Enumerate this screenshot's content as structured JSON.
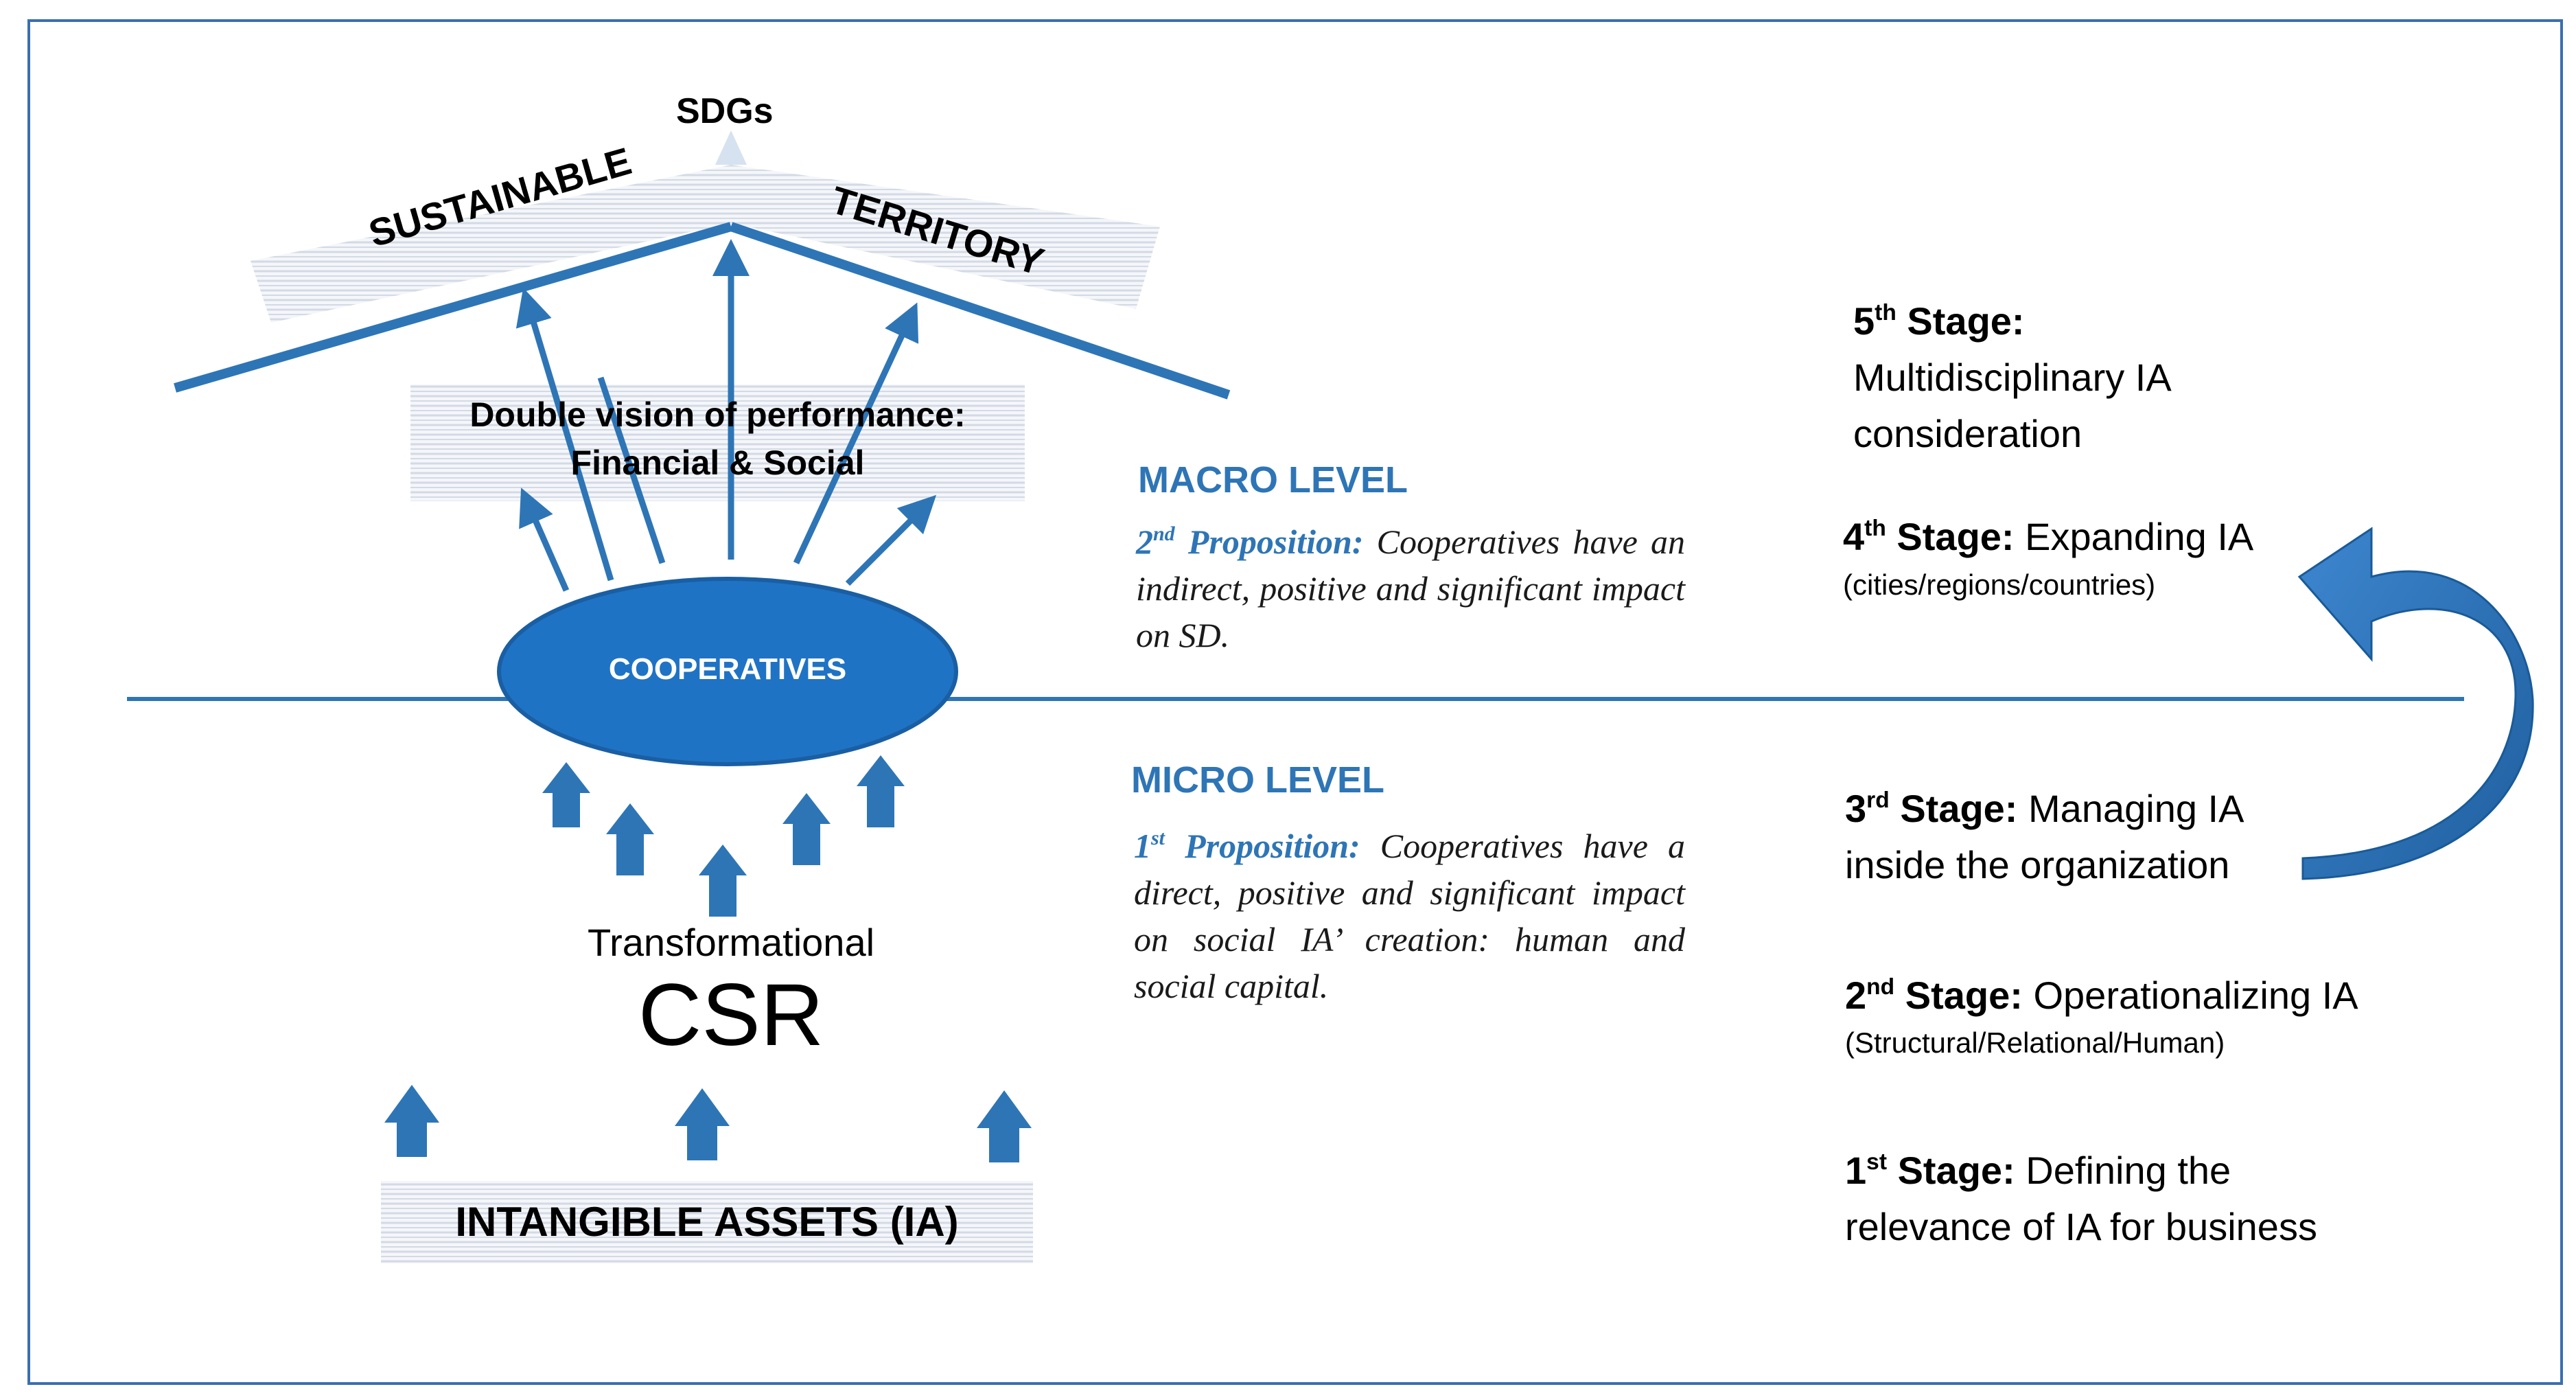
{
  "top": {
    "sdgs": "SDGs",
    "roof_left": "SUSTAINABLE",
    "roof_right": "TERRITORY"
  },
  "vision": {
    "line1": "Double vision of performance:",
    "line2": "Financial & Social"
  },
  "center": {
    "cooperatives": "COOPERATIVES",
    "transformational": "Transformational",
    "csr": "CSR",
    "intangible_assets": "INTANGIBLE ASSETS (IA)"
  },
  "macro": {
    "label": "MACRO LEVEL",
    "ordinal_num": "2",
    "ordinal_suffix": "nd",
    "proposition_word": "Proposition:",
    "text": "Cooperatives have an indirect, positive and significant impact on SD."
  },
  "micro": {
    "label": "MICRO LEVEL",
    "ordinal_num": "1",
    "ordinal_suffix": "st",
    "proposition_word": "Proposition:",
    "text": "Cooperatives have a direct, positive and significant impact on social IA’ creation: human and social capital."
  },
  "stages": {
    "s5": {
      "num": "5",
      "suffix": "th",
      "label": "Stage:",
      "line1": "Multidisciplinary IA",
      "line2": "consideration"
    },
    "s4": {
      "num": "4",
      "suffix": "th",
      "label": "Stage:",
      "title": "Expanding IA",
      "note": "(cities/regions/countries)"
    },
    "s3": {
      "num": "3",
      "suffix": "rd",
      "label": "Stage:",
      "title": "Managing IA",
      "line2": "inside the organization"
    },
    "s2": {
      "num": "2",
      "suffix": "nd",
      "label": "Stage:",
      "title": "Operationalizing IA",
      "note": "(Structural/Relational/Human)"
    },
    "s1": {
      "num": "1",
      "suffix": "st",
      "label": "Stage:",
      "title": "Defining the",
      "line2": "relevance of IA for business"
    }
  },
  "colors": {
    "accent": "#2e75b6",
    "accent_dark": "#1f5f9e",
    "frame": "#3a6fb0",
    "hatch": "#d6dde8"
  }
}
